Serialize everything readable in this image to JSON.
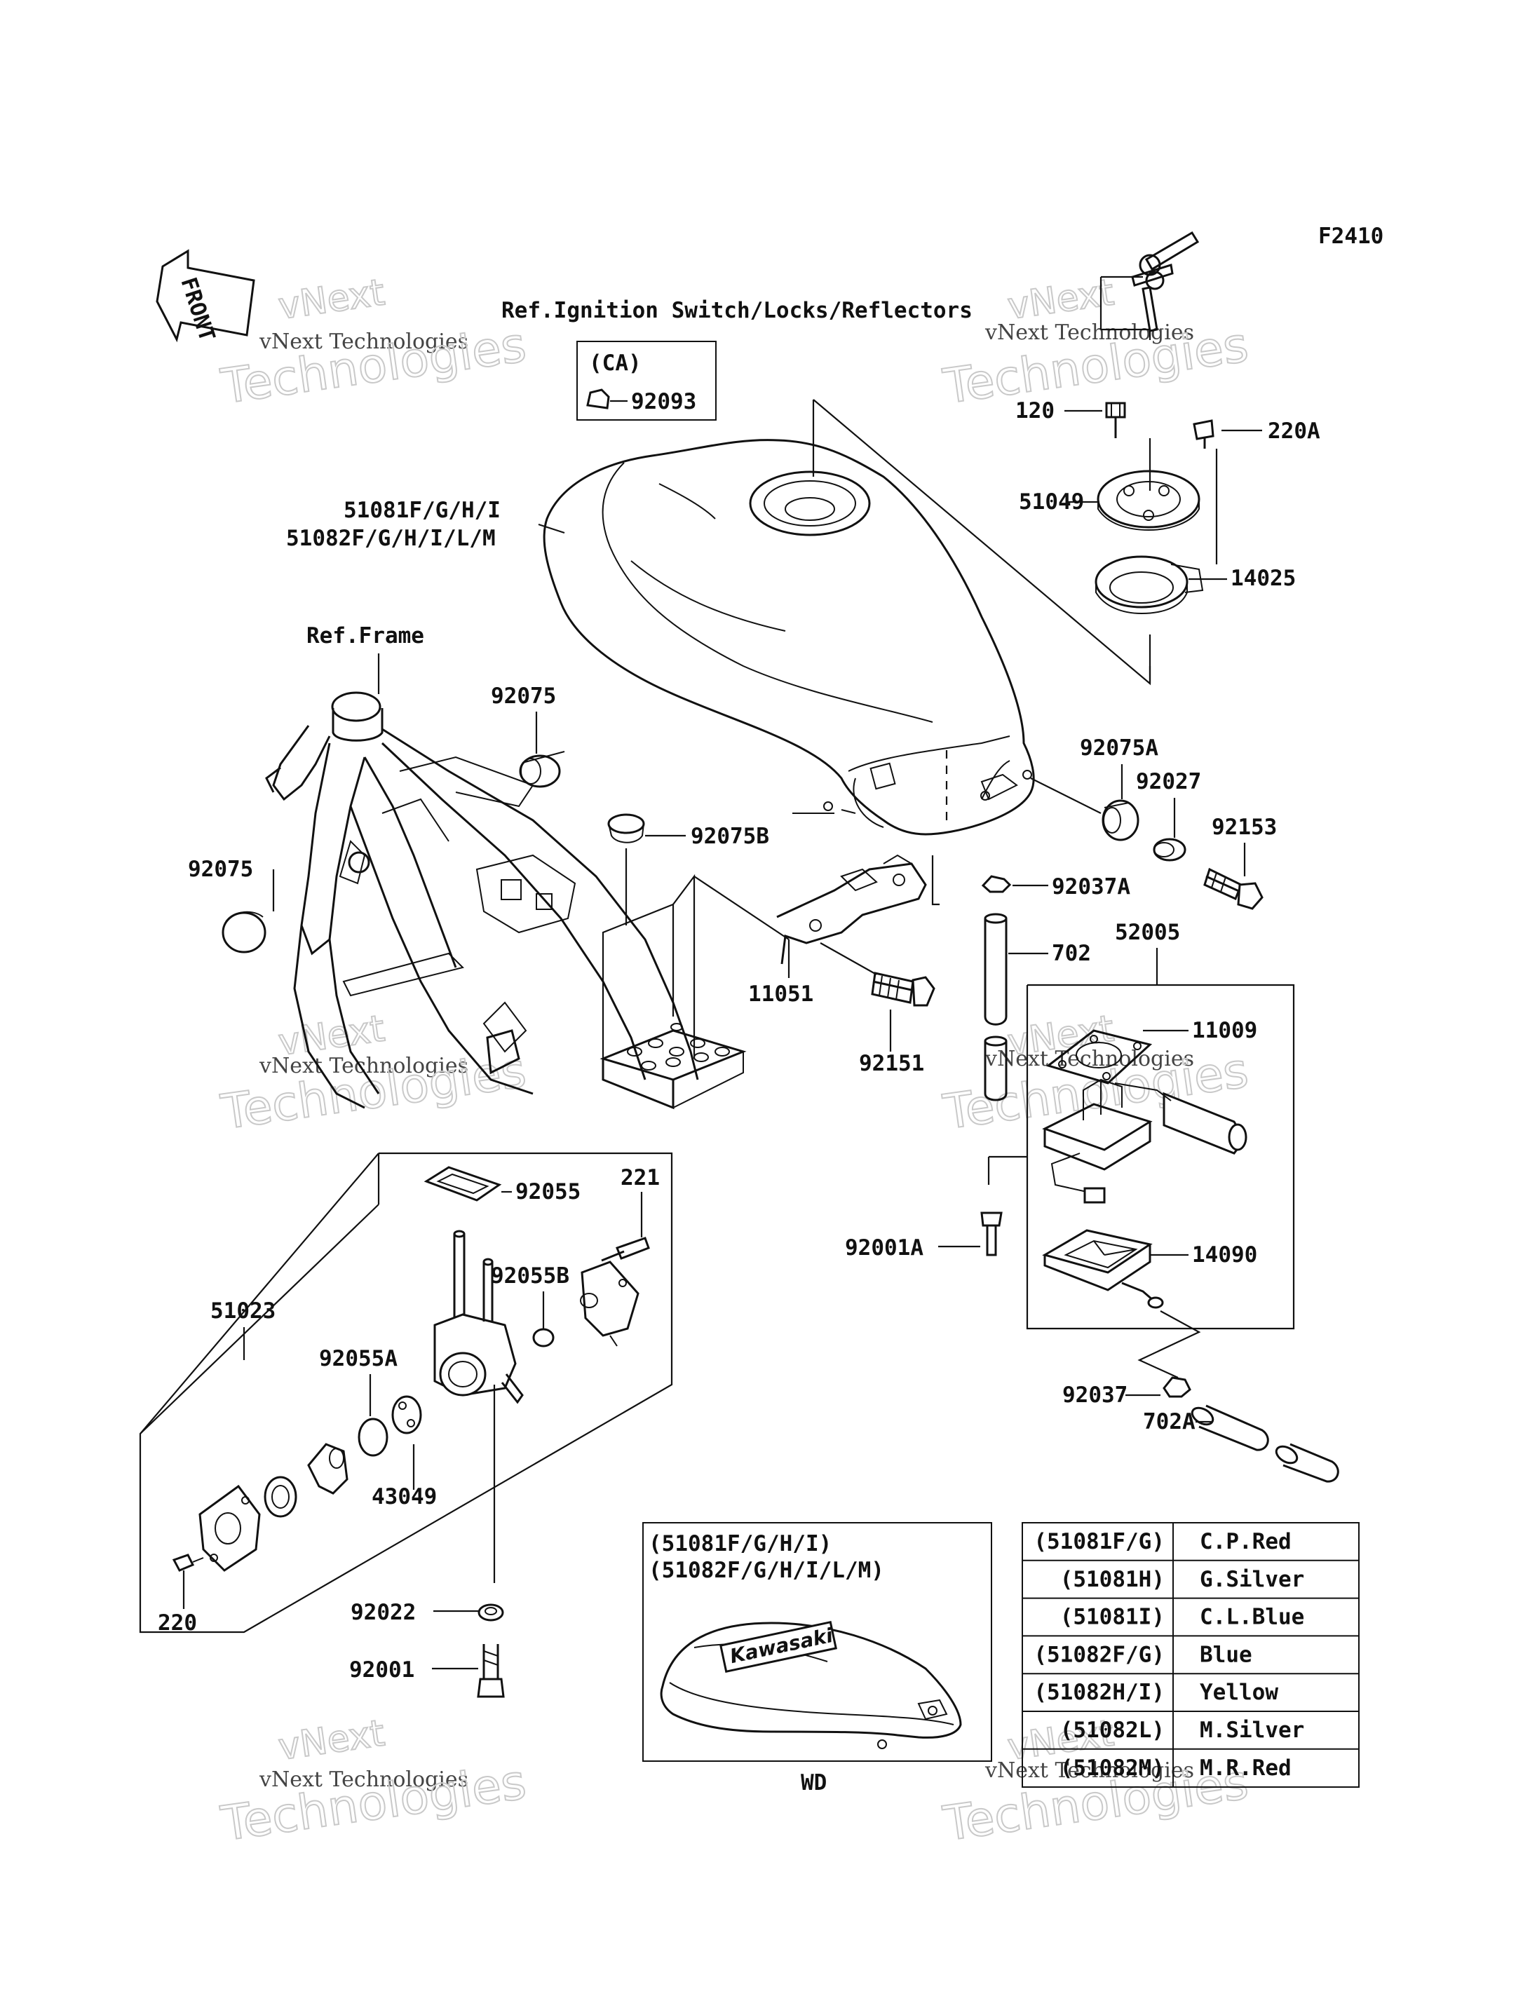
{
  "figure_code": "F2410",
  "front_label": "FRONT",
  "refs": {
    "ignition": "Ref.Ignition Switch/Locks/Reflectors",
    "frame": "Ref.Frame"
  },
  "ca_box": {
    "title": "(CA)",
    "part": "92093"
  },
  "watermark": {
    "brand": "vNext",
    "company": "vNext Technologies",
    "word": "Technologies"
  },
  "labels": {
    "tank_1": "51081F/G/H/I",
    "tank_2": "51082F/G/H/I/L/M",
    "p120": "120",
    "p220A": "220A",
    "p51049": "51049",
    "p14025": "14025",
    "p92075_top": "92075",
    "p92075_left": "92075",
    "p92075A": "92075A",
    "p92027": "92027",
    "p92153": "92153",
    "p92075B": "92075B",
    "p92037A": "92037A",
    "p52005": "52005",
    "p702": "702",
    "p11051": "11051",
    "p92151": "92151",
    "p11009": "11009",
    "p92055": "92055",
    "p221": "221",
    "p92055B": "92055B",
    "p51023": "51023",
    "p92055A": "92055A",
    "p43049": "43049",
    "p92001A": "92001A",
    "p14090": "14090",
    "p92037": "92037",
    "p702A": "702A",
    "p220": "220",
    "p92022": "92022",
    "p92001": "92001"
  },
  "inset": {
    "line1": "(51081F/G/H/I)",
    "line2": "(51082F/G/H/I/L/M)",
    "logo": "Kawasaki",
    "caption": "WD"
  },
  "color_table": [
    {
      "code": "(51081F/G)",
      "color": "C.P.Red"
    },
    {
      "code": "(51081H)",
      "color": "G.Silver"
    },
    {
      "code": "(51081I)",
      "color": "C.L.Blue"
    },
    {
      "code": "(51082F/G)",
      "color": "Blue"
    },
    {
      "code": "(51082H/I)",
      "color": "Yellow"
    },
    {
      "code": "(51082L)",
      "color": "M.Silver"
    },
    {
      "code": "(51082M)",
      "color": "M.R.Red"
    }
  ]
}
